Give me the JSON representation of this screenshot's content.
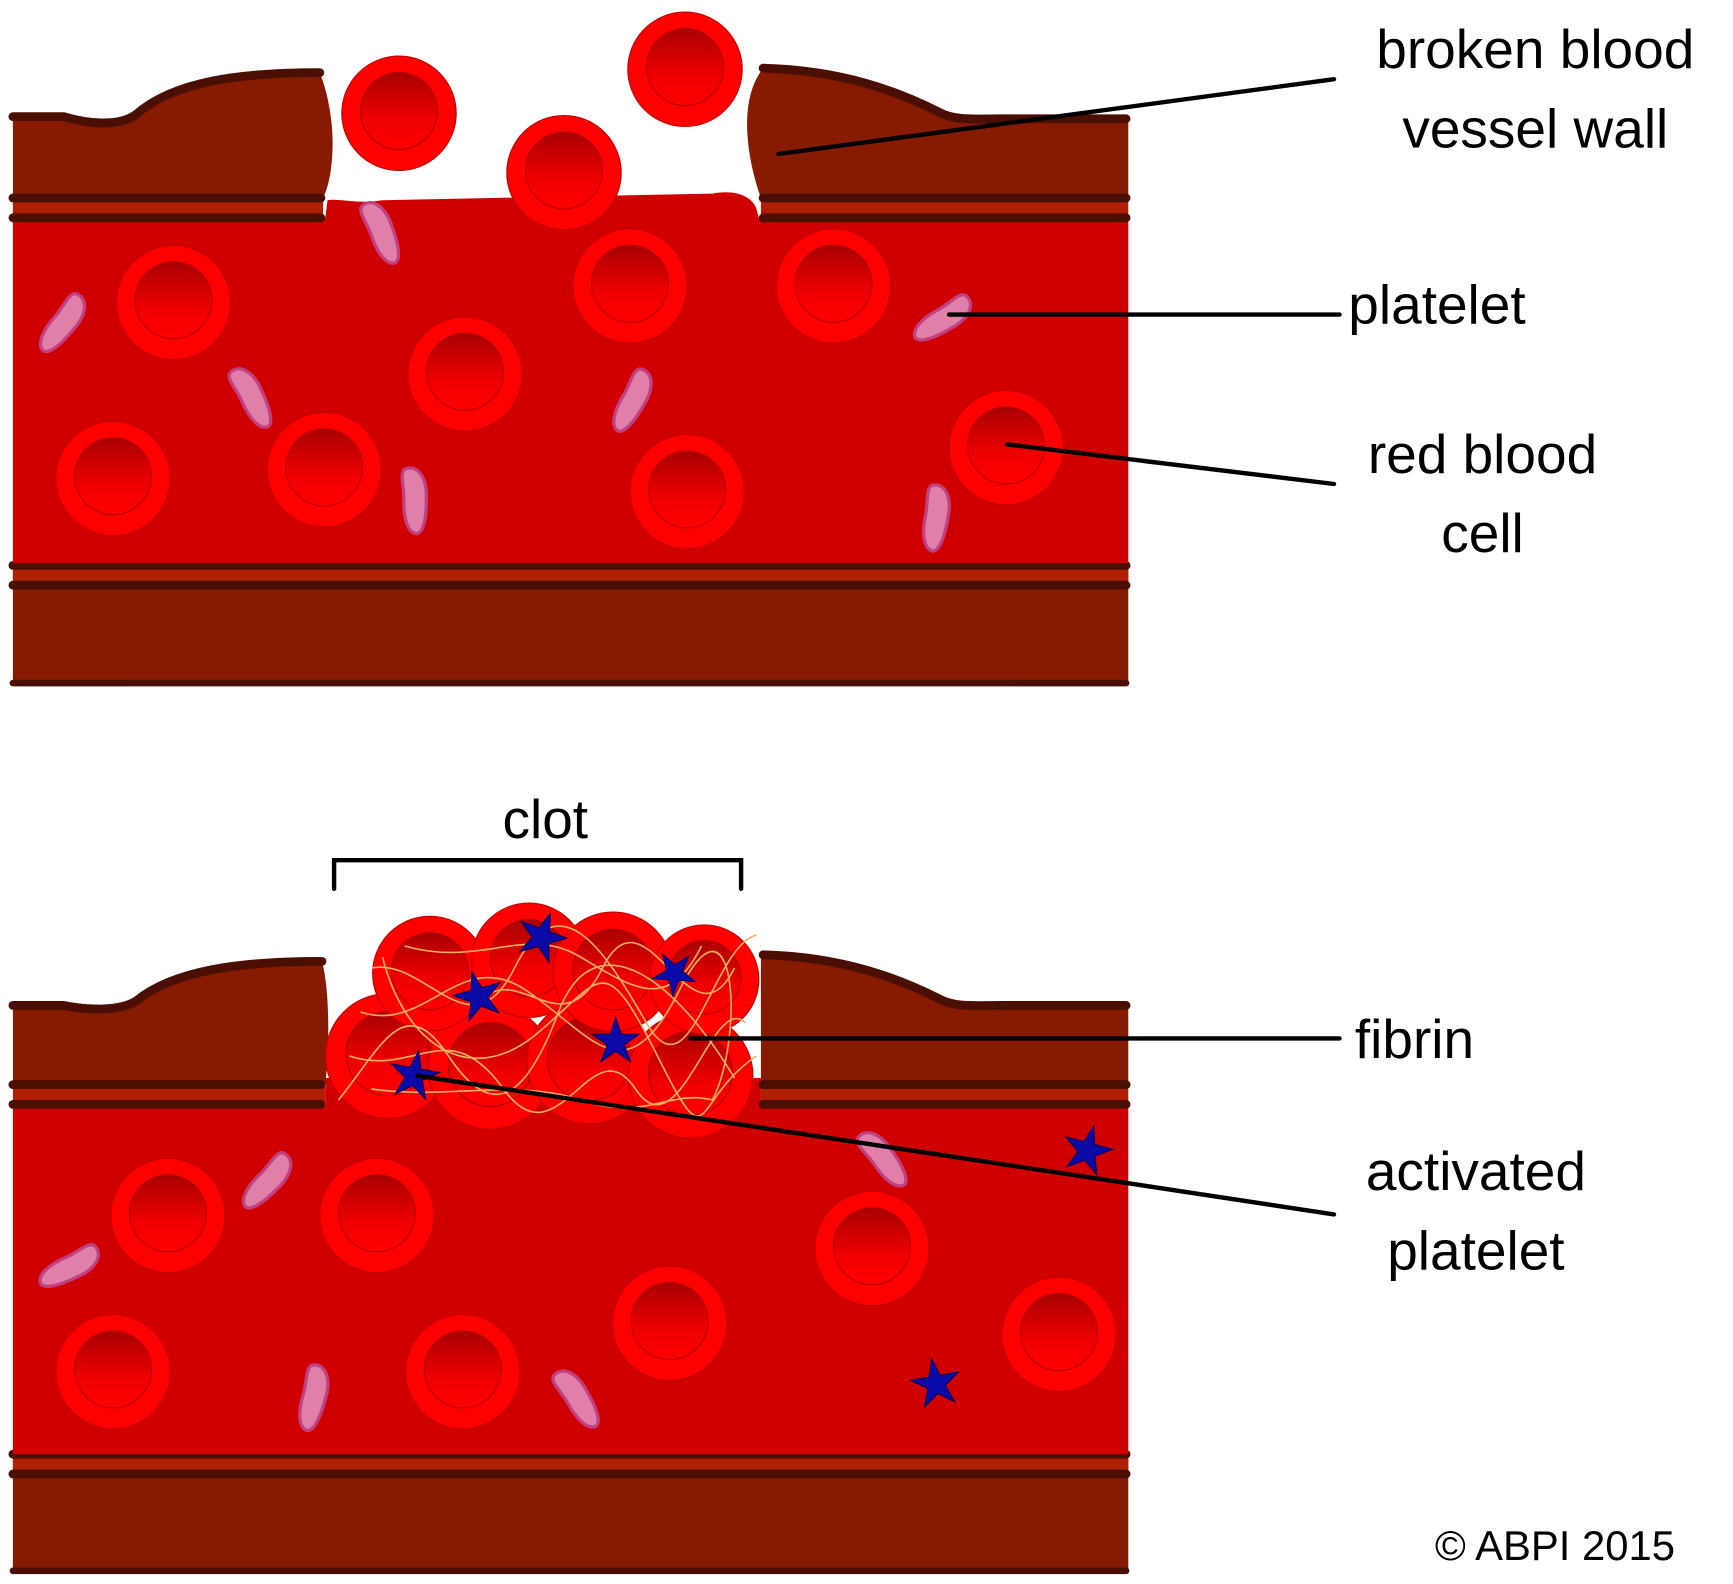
{
  "diagram": {
    "title": "Blood clotting at a broken blood vessel",
    "top_panel": {
      "labels": {
        "vessel_wall": [
          "broken blood",
          "vessel wall"
        ],
        "platelet": [
          "platelet"
        ],
        "red_blood_cell": [
          "red blood",
          "cell"
        ]
      }
    },
    "bottom_panel": {
      "labels": {
        "clot": "clot",
        "fibrin": [
          "fibrin"
        ],
        "activated_platelet": [
          "activated",
          "platelet"
        ]
      }
    },
    "copyright": "© ABPI 2015",
    "colors": {
      "vessel_wall": "#861b02",
      "wall_line": "#4a0f02",
      "wall_stripe": "#b02000",
      "blood": "#d00000",
      "rbc_outer": "#ff0000",
      "rbc_inner_top": "#b00000",
      "platelet": "#e080a8",
      "platelet_edge": "#c04080",
      "activated_platelet": "#0a0aa8",
      "fibrin": "#f0b060"
    }
  }
}
